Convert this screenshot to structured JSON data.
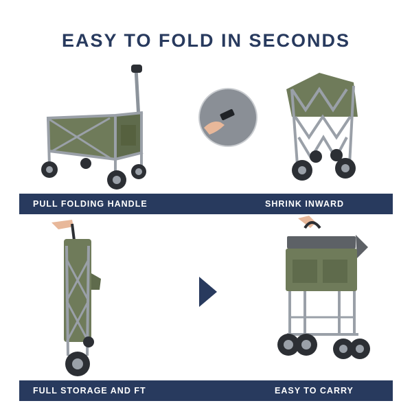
{
  "title": "EASY TO FOLD IN SECONDS",
  "captions": {
    "step1": "PULL FOLDING HANDLE",
    "step2": "SHRINK INWARD",
    "step3": "FULL STORAGE AND FT",
    "step4": "EASY TO CARRY"
  },
  "colors": {
    "brand": "#283a5e",
    "cart_fabric": "#6f7b5a",
    "frame": "#9aa0a8",
    "wheel": "#2c2f34"
  },
  "icons": {
    "flow_arrow": "right-arrow-icon"
  }
}
